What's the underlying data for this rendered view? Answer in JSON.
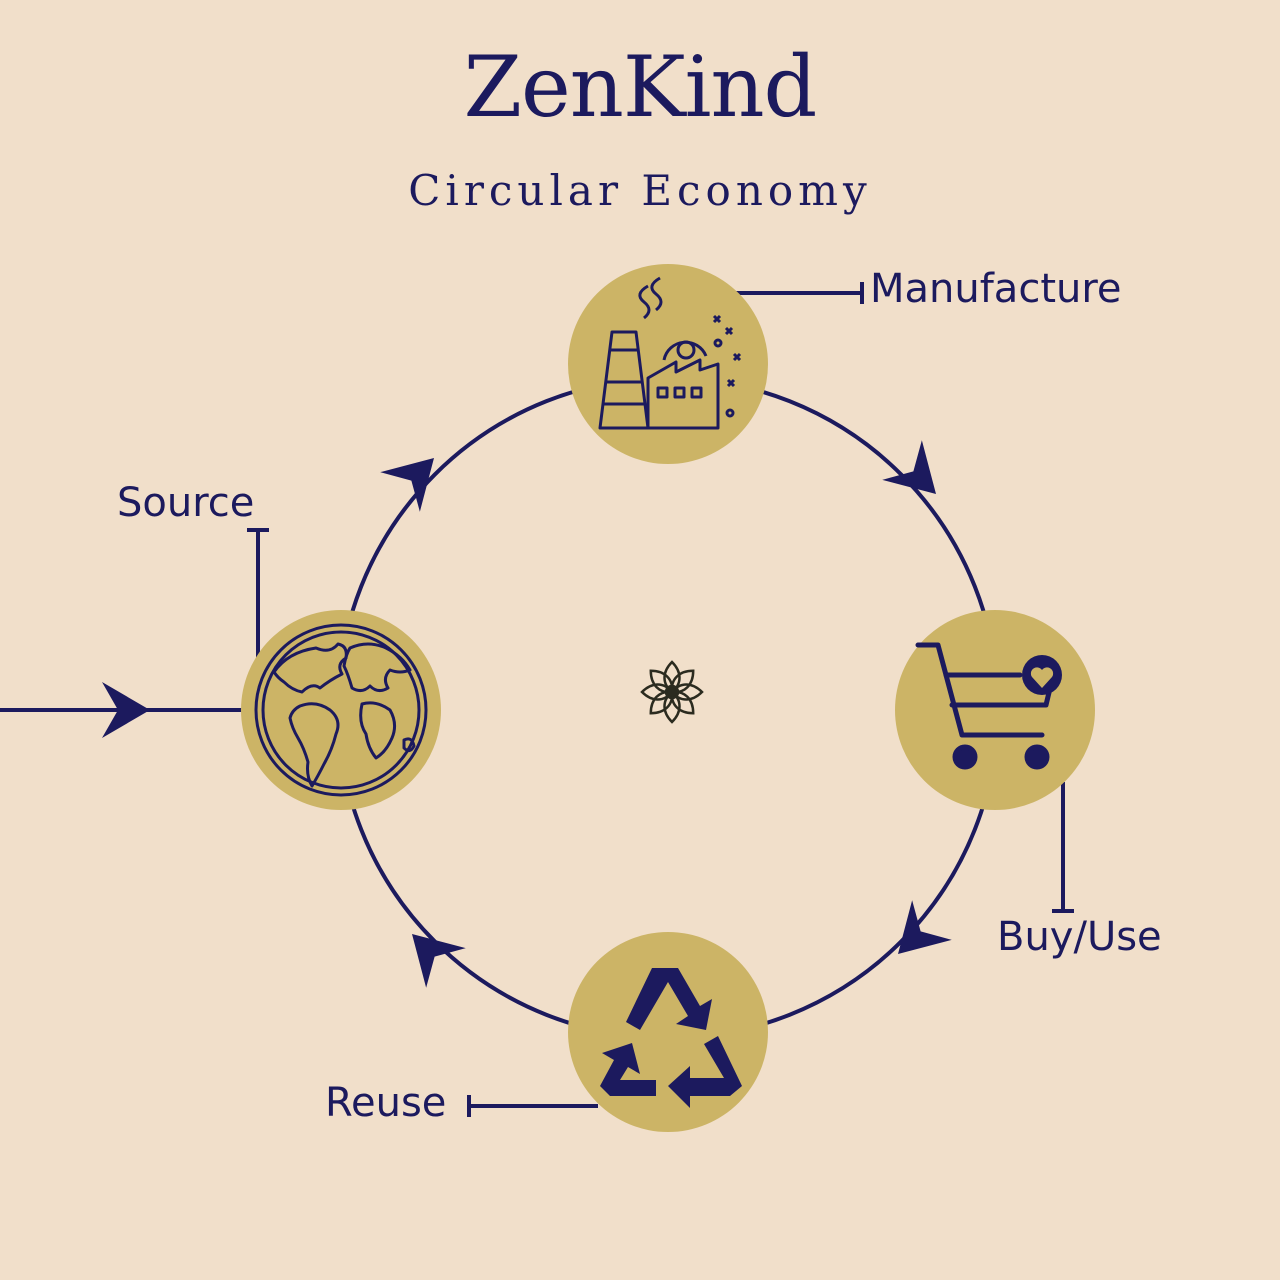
{
  "header": {
    "brand": "ZenKind",
    "subtitle": "Circular Economy"
  },
  "stages": [
    {
      "label": "Manufacture",
      "icon": "factory-icon"
    },
    {
      "label": "Buy/Use",
      "icon": "shopping-cart-heart-icon"
    },
    {
      "label": "Reuse",
      "icon": "recycle-icon"
    },
    {
      "label": "Source",
      "icon": "globe-icon"
    }
  ],
  "center_icon": "lotus-icon",
  "colors": {
    "background": "#f1dfca",
    "node_fill": "#ccb466",
    "ink": "#1c1a5e"
  }
}
